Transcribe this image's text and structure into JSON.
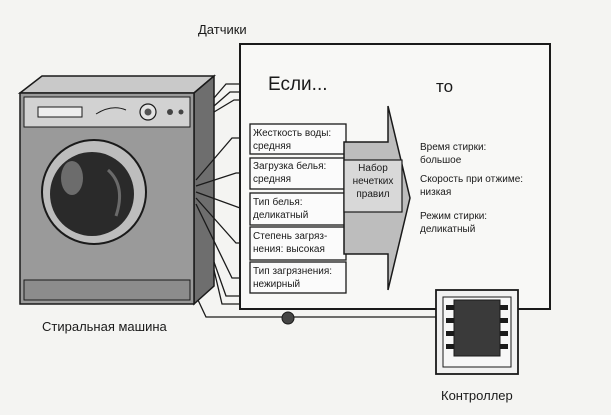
{
  "labels": {
    "sensors": "Датчики",
    "washer": "Стиральная машина",
    "controller": "Контроллер",
    "if": "Если...",
    "then": "то"
  },
  "conditions": [
    {
      "line1": "Жесткость воды:",
      "line2": "средняя"
    },
    {
      "line1": "Загрузка белья:",
      "line2": "средняя"
    },
    {
      "line1": "Тип белья:",
      "line2": "деликатный"
    },
    {
      "line1": "Степень загряз-",
      "line2": "нения: высокая"
    },
    {
      "line1": "Тип загрязнения:",
      "line2": "нежирный"
    }
  ],
  "rules": {
    "line1": "Набор",
    "line2": "нечетких",
    "line3": "правил"
  },
  "results": [
    {
      "line1": "Время стирки:",
      "line2": "большое"
    },
    {
      "line1": "Скорость при отжиме:",
      "line2": "низкая"
    },
    {
      "line1": "Режим стирки:",
      "line2": "деликатный"
    }
  ],
  "colors": {
    "ink": "#1a1a1a",
    "paper": "#f4f4f2",
    "washer_body": "#9a9a9a",
    "washer_panel": "#d2d2d2",
    "drum_dark": "#2a2a2a",
    "arrow_fill": "#bdbdbd"
  }
}
